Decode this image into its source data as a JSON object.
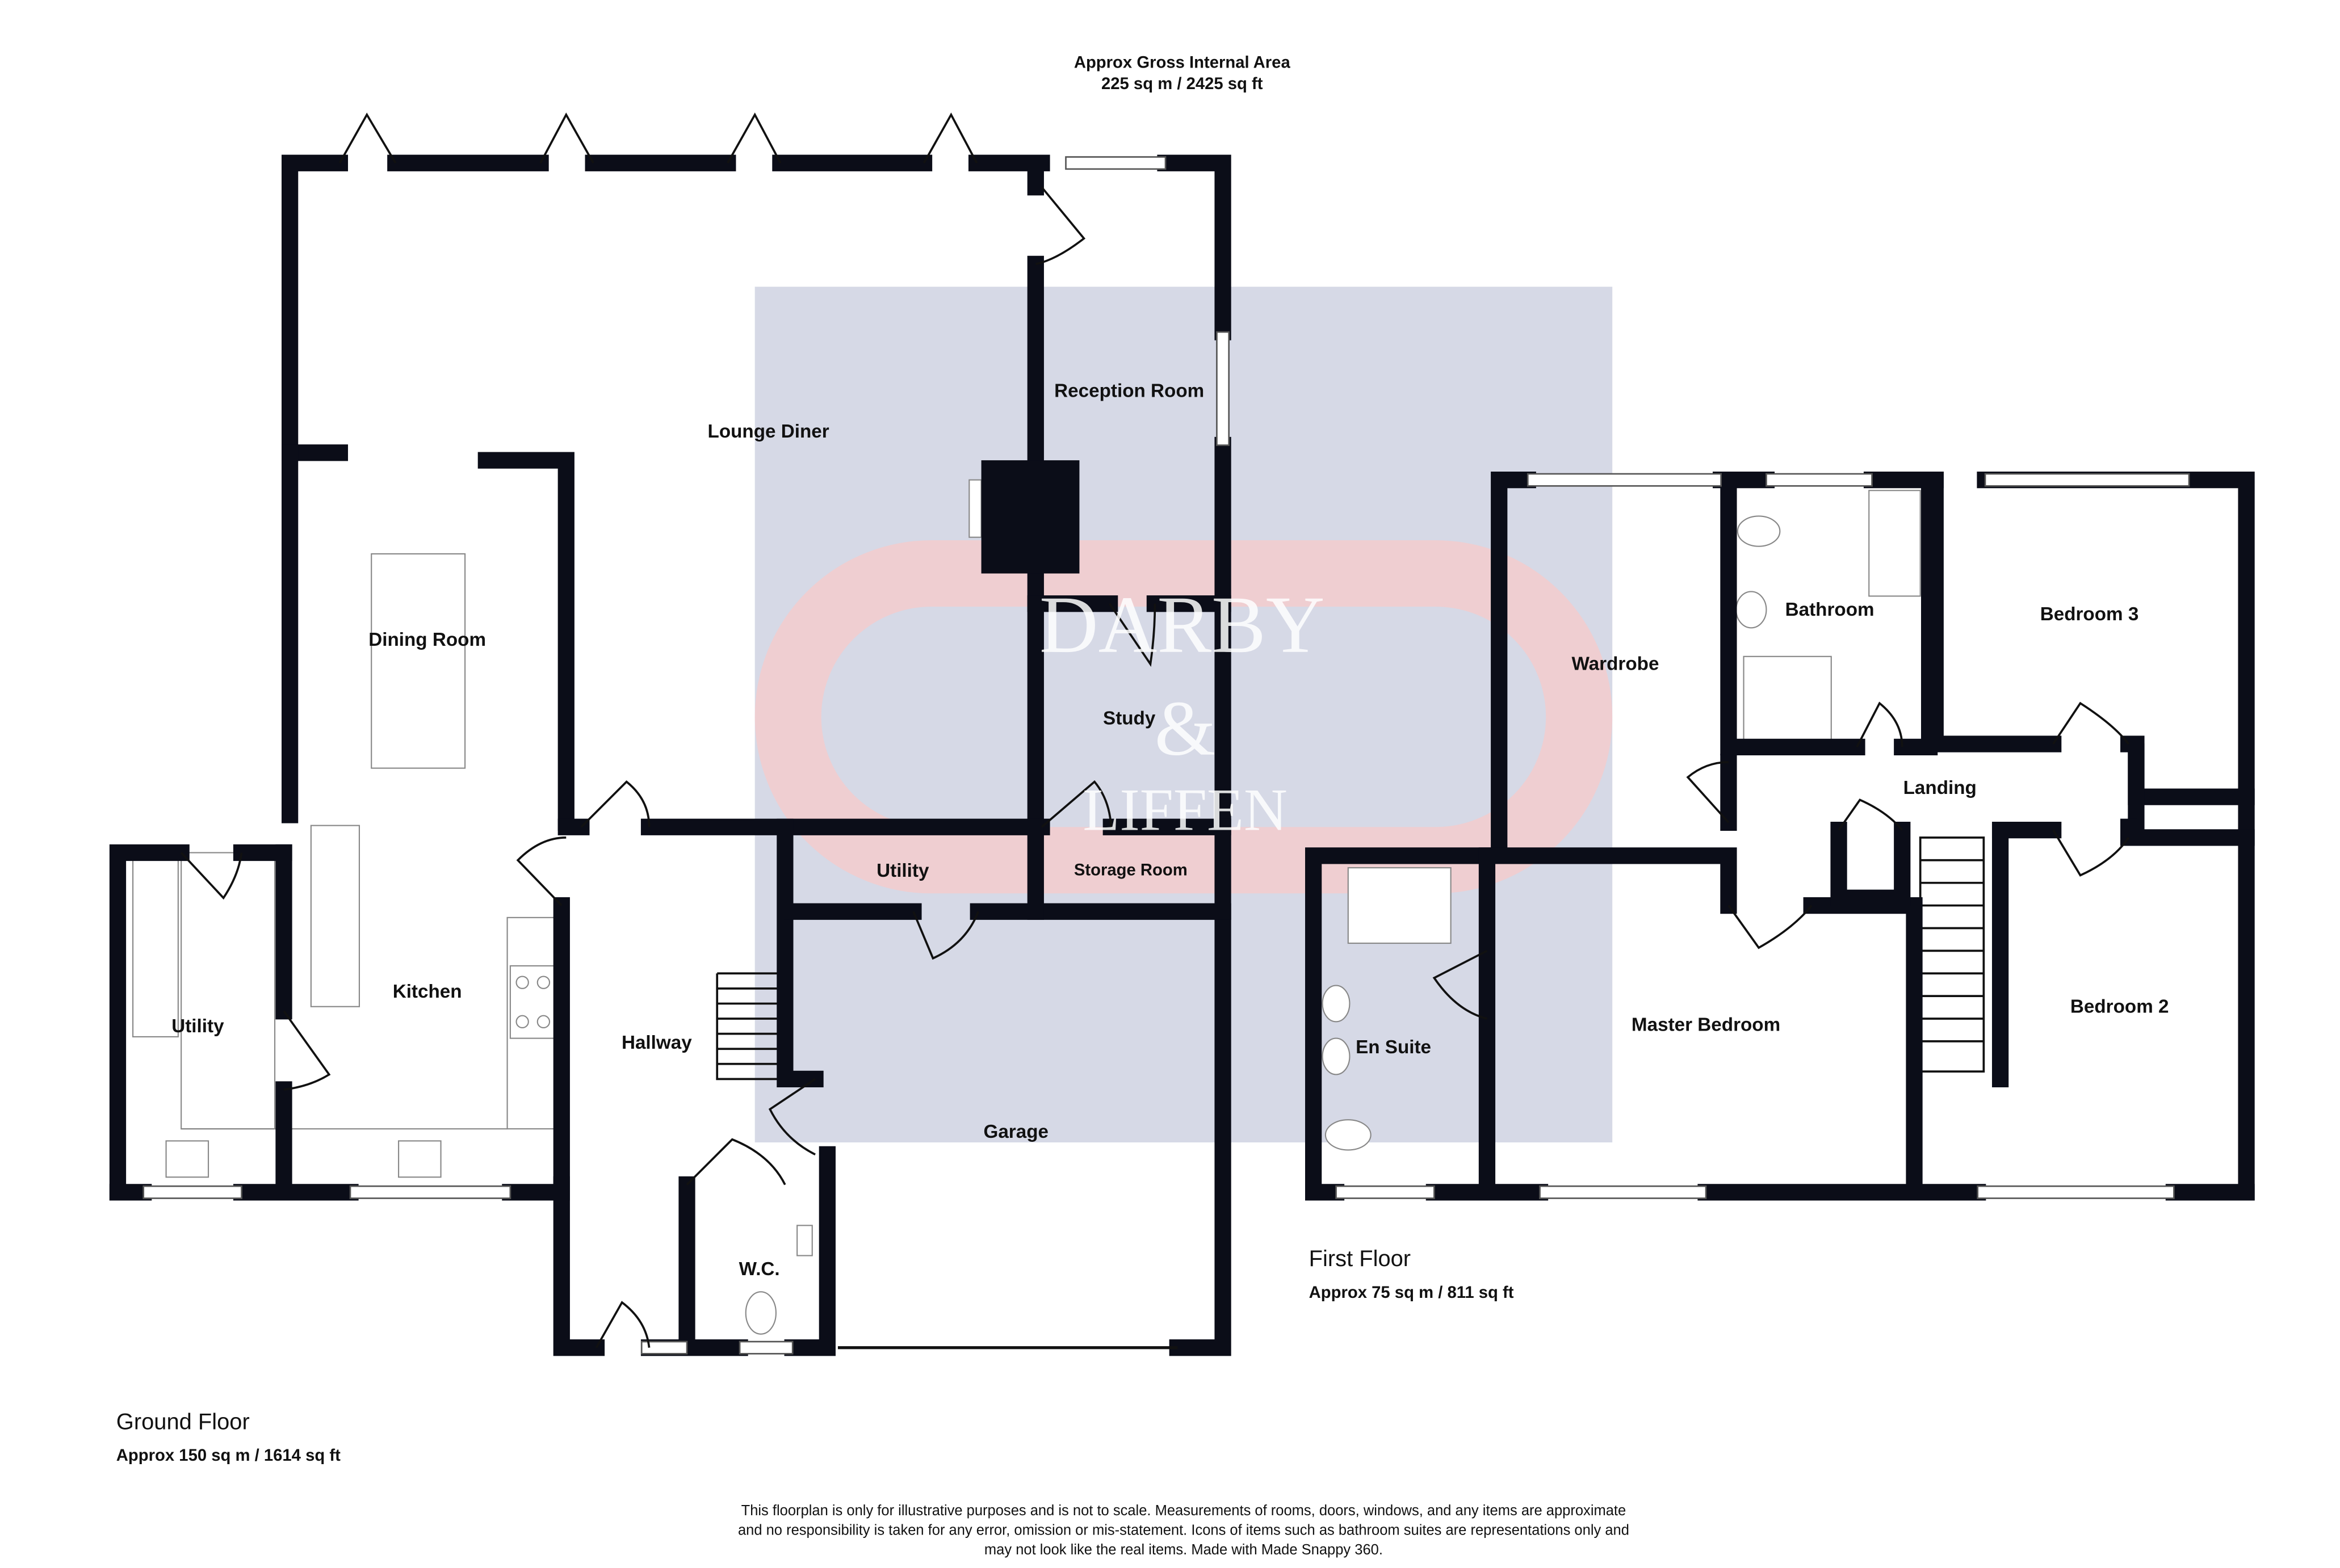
{
  "header": {
    "line1": "Approx Gross Internal Area",
    "line2": "225 sq m / 2425 sq ft"
  },
  "ground_floor": {
    "title": "Ground Floor",
    "area": "Approx 150 sq m / 1614 sq ft",
    "rooms": {
      "lounge_diner": "Lounge Diner",
      "reception_room": "Reception Room",
      "dining_room": "Dining Room",
      "study": "Study",
      "kitchen": "Kitchen",
      "utility_left": "Utility",
      "utility_garage": "Utility",
      "storage_room": "Storage Room",
      "hallway": "Hallway",
      "garage": "Garage",
      "wc": "W.C."
    }
  },
  "first_floor": {
    "title": "First Floor",
    "area": "Approx 75 sq m / 811 sq ft",
    "rooms": {
      "wardrobe": "Wardrobe",
      "bathroom": "Bathroom",
      "bedroom3": "Bedroom 3",
      "landing": "Landing",
      "en_suite": "En Suite",
      "master_bedroom": "Master Bedroom",
      "bedroom2": "Bedroom 2"
    }
  },
  "watermark": {
    "line1": "DARBY",
    "line2": "&",
    "line3": "LIFFEN"
  },
  "disclaimer": {
    "line1": "This floorplan is only for illustrative purposes and is not to scale. Measurements of rooms, doors, windows, and any items are approximate",
    "line2": "and no responsibility is taken for any error, omission or mis-statement. Icons of items such as bathroom suites are representations only and",
    "line3": "may not look like the real items. Made with Made Snappy 360."
  }
}
